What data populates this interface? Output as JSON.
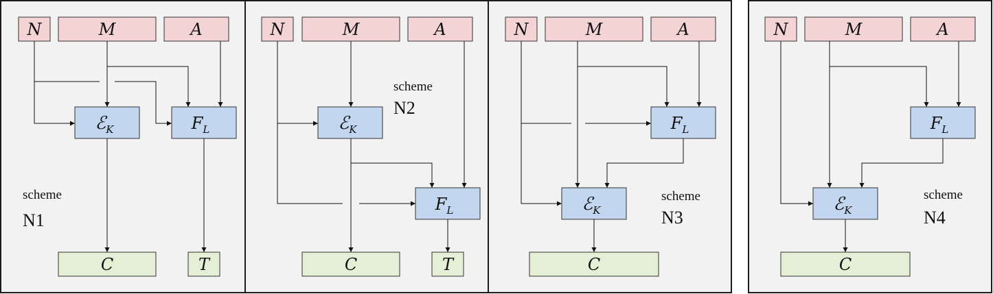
{
  "labels": {
    "nonce": "N",
    "message": "M",
    "associated_data": "A",
    "enc_main": "ℰ",
    "enc_sub": "K",
    "mac_main": "F",
    "mac_sub": "L",
    "ciphertext": "C",
    "tag": "T"
  },
  "schemes": [
    {
      "word": "scheme",
      "id": "N1"
    },
    {
      "word": "scheme",
      "id": "N2"
    },
    {
      "word": "scheme",
      "id": "N3"
    },
    {
      "word": "scheme",
      "id": "N4"
    }
  ],
  "colors": {
    "input_fill": "#f3d3d3",
    "operation_fill": "#c3d6ef",
    "output_fill": "#e4efd6",
    "panel_fill": "#f2f2f2"
  }
}
